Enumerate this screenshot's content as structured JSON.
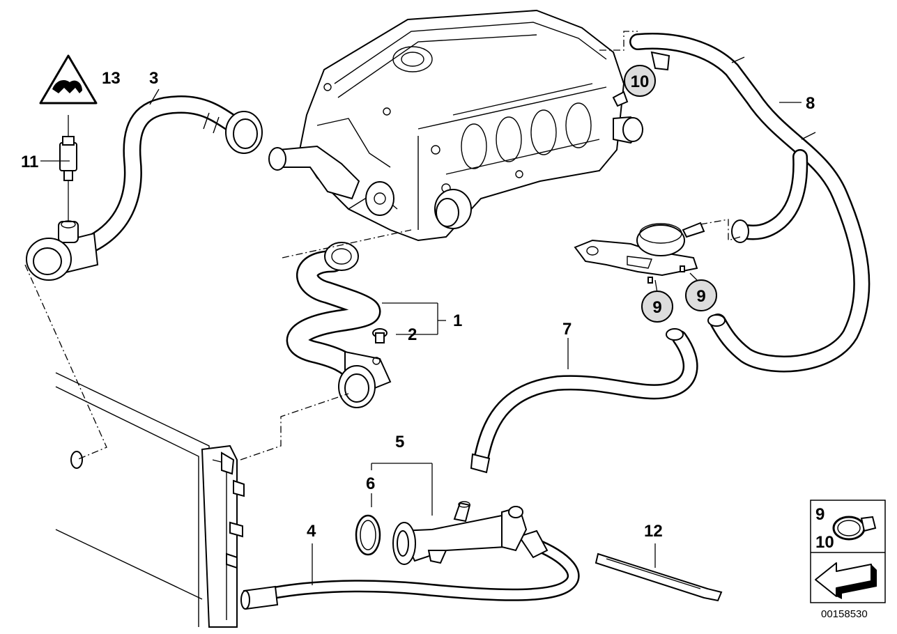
{
  "diagram": {
    "part_number": "00158530",
    "callouts": {
      "c1": "1",
      "c2": "2",
      "c3": "3",
      "c4": "4",
      "c5": "5",
      "c6": "6",
      "c7": "7",
      "c8": "8",
      "c9a": "9",
      "c9b": "9",
      "c10": "10",
      "c11": "11",
      "c12": "12",
      "c13": "13"
    },
    "legend": {
      "top": "9",
      "bottom": "10"
    }
  }
}
